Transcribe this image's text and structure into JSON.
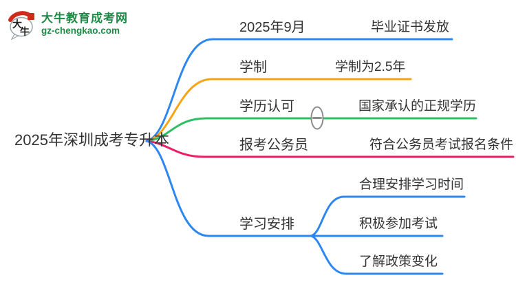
{
  "colors": {
    "blue": "#2E87F0",
    "orange": "#F6A413",
    "green": "#2FBE63",
    "pink": "#EB1E64",
    "toggle_gray": "#8C8C8C",
    "text": "#333333",
    "logo_green": "#1E8B47",
    "logo_red": "#CE2B1E"
  },
  "logo": {
    "brand": "大牛教育成考网",
    "domain": "gz-chengkao.com",
    "icon_chars": [
      "大",
      "牛"
    ]
  },
  "root": {
    "label": "2025年深圳成考专升本"
  },
  "branches": [
    {
      "label": "2025年9月",
      "children": [
        "毕业证书发放"
      ]
    },
    {
      "label": "学制",
      "children": [
        "学制为2.5年"
      ]
    },
    {
      "label": "学历认可",
      "children": [
        "国家承认的正规学历"
      ],
      "toggle": "collapsed-minus"
    },
    {
      "label": "报考公务员",
      "children": [
        "符合公务员考试报名条件"
      ]
    },
    {
      "label": "学习安排",
      "children": [
        "合理安排学习时间",
        "积极参加考试",
        "了解政策变化"
      ]
    }
  ]
}
